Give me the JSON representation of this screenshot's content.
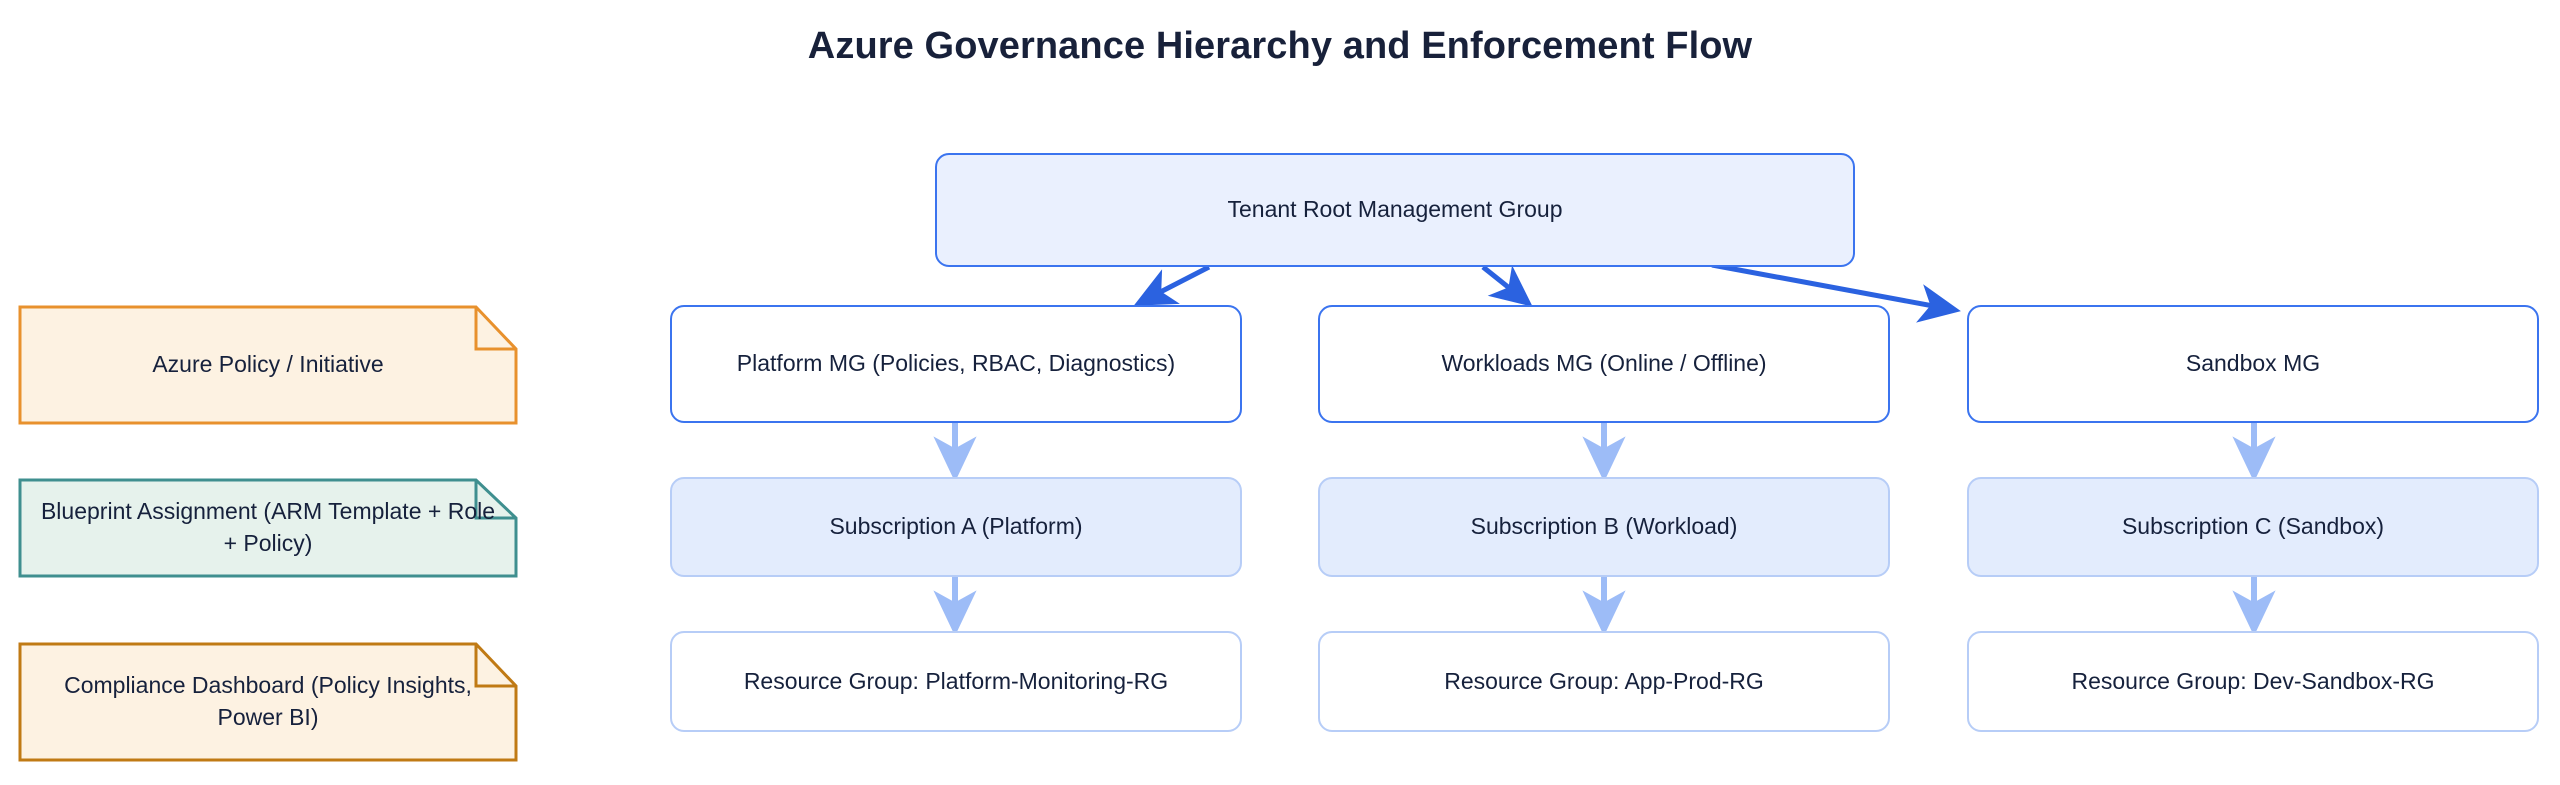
{
  "title": "Azure Governance Hierarchy and Enforcement Flow",
  "colors": {
    "title_text": "#18213a",
    "node_text": "#16213c",
    "strong_edge": "#2b62e0",
    "soft_edge": "#9dbcf7",
    "mg_border": "#3b74ef",
    "root_fill": "#eaf0fe",
    "sub_fill": "#e3ecfd",
    "sub_border": "#b7cdf7",
    "note_orange_border": "#e8912d",
    "note_orange_fill": "#fdf2e2",
    "note_teal_border": "#3f8f8f",
    "note_teal_fill": "#e6f2ec",
    "note_amber_border": "#c07a14",
    "note_amber_fill": "#fdf2e2",
    "background": "#ffffff"
  },
  "notes": [
    {
      "id": "azure-policy-note",
      "label": "Azure Policy / Initiative",
      "border": "#e8912d",
      "fill": "#fdf2e2"
    },
    {
      "id": "blueprint-assignment-note",
      "label": "Blueprint Assignment (ARM Template + Role + Policy)",
      "border": "#3f8f8f",
      "fill": "#e6f2ec"
    },
    {
      "id": "compliance-dashboard-note",
      "label": "Compliance Dashboard (Policy Insights, Power BI)",
      "border": "#c07a14",
      "fill": "#fdf2e2"
    }
  ],
  "nodes": {
    "root": {
      "label": "Tenant Root Management Group"
    },
    "management_groups": [
      {
        "label": "Platform MG (Policies, RBAC, Diagnostics)"
      },
      {
        "label": "Workloads MG (Online / Offline)"
      },
      {
        "label": "Sandbox MG"
      }
    ],
    "subscriptions": [
      {
        "label": "Subscription A (Platform)"
      },
      {
        "label": "Subscription B (Workload)"
      },
      {
        "label": "Subscription C (Sandbox)"
      }
    ],
    "resource_groups": [
      {
        "label": "Resource Group: Platform-Monitoring-RG"
      },
      {
        "label": "Resource Group: App-Prod-RG"
      },
      {
        "label": "Resource Group: Dev-Sandbox-RG"
      }
    ]
  },
  "edges": [
    {
      "from": "Tenant Root Management Group",
      "to": "Platform MG (Policies, RBAC, Diagnostics)",
      "style": "strong"
    },
    {
      "from": "Tenant Root Management Group",
      "to": "Workloads MG (Online / Offline)",
      "style": "strong"
    },
    {
      "from": "Tenant Root Management Group",
      "to": "Sandbox MG",
      "style": "strong"
    },
    {
      "from": "Platform MG (Policies, RBAC, Diagnostics)",
      "to": "Subscription A (Platform)",
      "style": "soft"
    },
    {
      "from": "Workloads MG (Online / Offline)",
      "to": "Subscription B (Workload)",
      "style": "soft"
    },
    {
      "from": "Sandbox MG",
      "to": "Subscription C (Sandbox)",
      "style": "soft"
    },
    {
      "from": "Subscription A (Platform)",
      "to": "Resource Group: Platform-Monitoring-RG",
      "style": "soft"
    },
    {
      "from": "Subscription B (Workload)",
      "to": "Resource Group: App-Prod-RG",
      "style": "soft"
    },
    {
      "from": "Subscription C (Sandbox)",
      "to": "Resource Group: Dev-Sandbox-RG",
      "style": "soft"
    }
  ]
}
